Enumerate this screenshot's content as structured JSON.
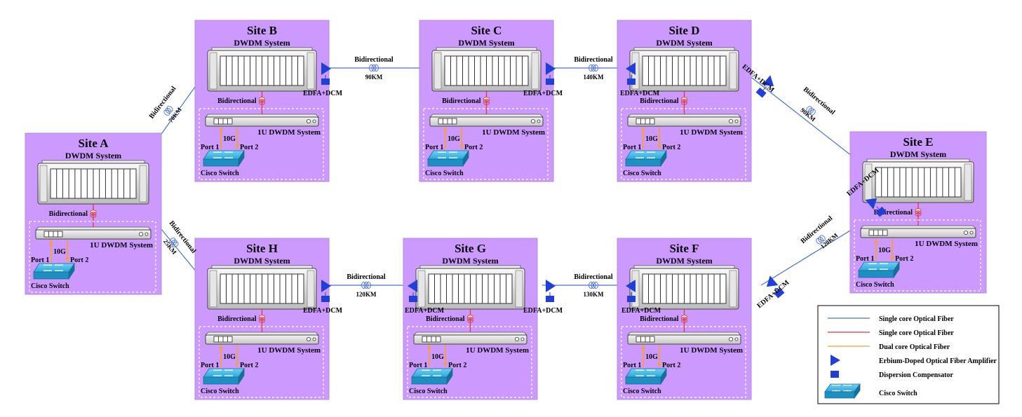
{
  "sites": [
    {
      "id": "A",
      "label": "Site A",
      "system": "DWDM System",
      "link_label": "Bidirectional",
      "switch_system": "1U DWDM System",
      "speed": "10G",
      "port1": "Port 1",
      "port2": "Port 2",
      "switch": "Cisco Switch"
    },
    {
      "id": "B",
      "label": "Site B",
      "system": "DWDM System",
      "link_label": "Bidirectional",
      "switch_system": "1U DWDM System",
      "speed": "10G",
      "port1": "Port 1",
      "port2": "Port 2",
      "switch": "Cisco Switch"
    },
    {
      "id": "C",
      "label": "Site C",
      "system": "DWDM System",
      "link_label": "Bidirectional",
      "switch_system": "1U DWDM System",
      "speed": "10G",
      "port1": "Port 1",
      "port2": "Port 2",
      "switch": "Cisco Switch"
    },
    {
      "id": "D",
      "label": "Site D",
      "system": "DWDM System",
      "link_label": "Bidirectional",
      "switch_system": "1U DWDM System",
      "speed": "10G",
      "port1": "Port 1",
      "port2": "Port 2",
      "switch": "Cisco Switch"
    },
    {
      "id": "E",
      "label": "Site E",
      "system": "DWDM System",
      "link_label": "Bidirectional",
      "switch_system": "1U DWDM System",
      "speed": "10G",
      "port1": "Port 1",
      "port2": "Port 2",
      "switch": "Cisco Switch"
    },
    {
      "id": "F",
      "label": "Site F",
      "system": "DWDM System",
      "link_label": "Bidirectional",
      "switch_system": "1U DWDM System",
      "speed": "10G",
      "port1": "Port 1",
      "port2": "Port 2",
      "switch": "Cisco Switch"
    },
    {
      "id": "G",
      "label": "Site G",
      "system": "DWDM System",
      "link_label": "Bidirectional",
      "switch_system": "1U DWDM System",
      "speed": "10G",
      "port1": "Port 1",
      "port2": "Port 2",
      "switch": "Cisco Switch"
    },
    {
      "id": "H",
      "label": "Site H",
      "system": "DWDM System",
      "link_label": "Bidirectional",
      "switch_system": "1U DWDM System",
      "speed": "10G",
      "port1": "Port 1",
      "port2": "Port 2",
      "switch": "Cisco Switch"
    }
  ],
  "links": [
    {
      "from": "A",
      "to": "B",
      "label": "Bidirectional",
      "distance": "70KM"
    },
    {
      "from": "B",
      "to": "C",
      "label": "Bidirectional",
      "distance": "90KM"
    },
    {
      "from": "C",
      "to": "D",
      "label": "Bidirectional",
      "distance": "140KM"
    },
    {
      "from": "D",
      "to": "E",
      "label": "Bidirectional",
      "distance": "90KM"
    },
    {
      "from": "E",
      "to": "F",
      "label": "Bidirectional",
      "distance": "120KM"
    },
    {
      "from": "F",
      "to": "G",
      "label": "Bidirectional",
      "distance": "130KM"
    },
    {
      "from": "G",
      "to": "H",
      "label": "Bidirectional",
      "distance": "120KM"
    },
    {
      "from": "H",
      "to": "A",
      "label": "Bidirectional",
      "distance": "25KM"
    }
  ],
  "amplifier_label": "EDFA+DCM",
  "legend": [
    {
      "kind": "line",
      "color": "#4a6fe0",
      "label": "Single core Optical Fiber"
    },
    {
      "kind": "line",
      "color": "#e8343c",
      "label": "Single core Optical Fiber"
    },
    {
      "kind": "line",
      "color": "#f4a040",
      "label": "Dual core Optical Fiber"
    },
    {
      "kind": "triangle",
      "color": "#1f3fd8",
      "label": "Erbium-Doped Optical Fiber Amplifier"
    },
    {
      "kind": "square",
      "color": "#1f3fd8",
      "label": "Dispersion Compensator"
    },
    {
      "kind": "switch",
      "color": "#2aa7dc",
      "label": "Cisco Switch"
    }
  ],
  "colors": {
    "site_fill": "#cc99ff",
    "single_core_blue": "#4a6fe0",
    "single_core_red": "#e8343c",
    "dual_core_orange": "#f4a040",
    "amplifier_blue": "#1f3fd8",
    "switch_blue": "#2aa7dc"
  }
}
